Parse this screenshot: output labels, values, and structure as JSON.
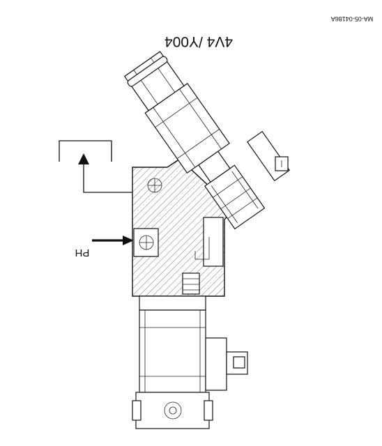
{
  "drawing": {
    "ref_code": "MA-05-04186A",
    "title": "4V4 /Y004",
    "port_label": "PH"
  }
}
